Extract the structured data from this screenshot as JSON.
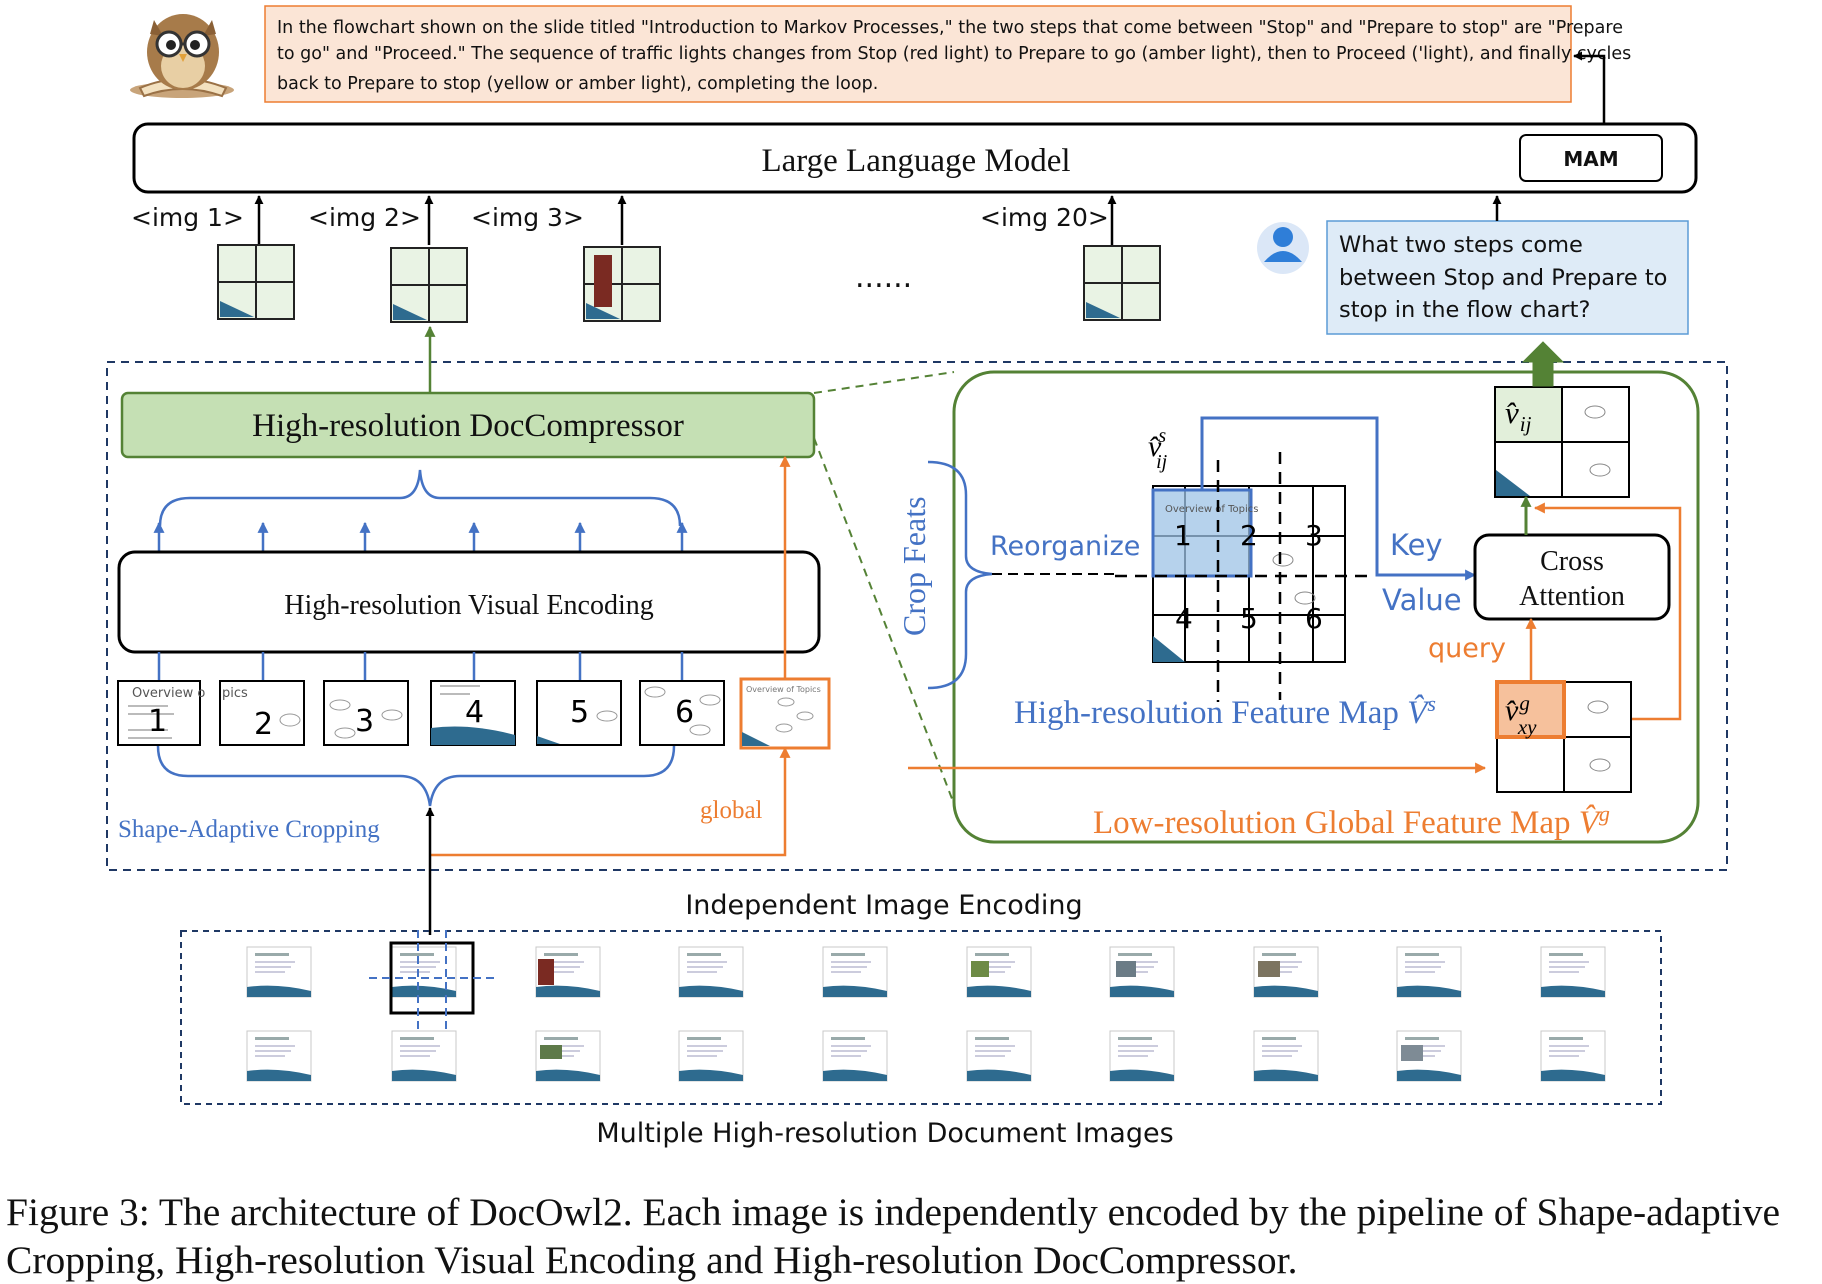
{
  "answer": {
    "line1": "In the flowchart shown on the slide titled \"Introduction to Markov Processes,\" the two steps that come between \"Stop\" and \"Prepare to stop\" are \"Prepare",
    "line2": "to go\" and \"Proceed.\" The sequence of traffic lights changes from Stop (red light) to Prepare to go (amber light), then to Proceed ('light), and finally cycles",
    "line3": "back to Prepare to stop (yellow or amber light), completing the loop."
  },
  "llm": {
    "label": "Large Language Model",
    "mam": "MAM"
  },
  "img_tokens": [
    "<img 1>",
    "<img 2>",
    "<img 3>",
    "<img 20>"
  ],
  "ellipsis": "......",
  "question": {
    "line1": "What two steps come",
    "line2": "between Stop and Prepare to",
    "line3": "stop in the flow chart?"
  },
  "compressor": "High-resolution DocCompressor",
  "encoder": "High-resolution Visual Encoding",
  "crops": [
    "1",
    "2",
    "3",
    "4",
    "5",
    "6"
  ],
  "crop_slide_titles": {
    "crop1": "Overview o",
    "crop2": "pics"
  },
  "global_slide_title": "Overview of Topics",
  "labels": {
    "shape_adaptive": "Shape-Adaptive Cropping",
    "global": "global",
    "crop_feats": "Crop Feats",
    "reorganize": "Reorganize",
    "key": "Key",
    "value": "Value",
    "query": "query",
    "cross_attention_1": "Cross",
    "cross_attention_2": "Attention",
    "hr_map": "High-resolution Feature Map ",
    "hr_map_sym": "V̂",
    "hr_map_sup": "s",
    "lr_map": "Low-resolution Global Feature Map ",
    "lr_map_sym": "V̂",
    "lr_map_sup": "g",
    "v_hat_s": "v̂",
    "v_hat_s_sup": "s",
    "v_hat_s_sub": "ij",
    "v_hat_ij": "v̂",
    "v_hat_ij_sub": "ij",
    "v_hat_g": "v̂",
    "v_hat_g_sup": "g",
    "v_hat_g_sub": "xy",
    "grid_slide_title": "Overview of Topics"
  },
  "hr_grid_numbers": [
    "1",
    "2",
    "3",
    "4",
    "5",
    "6"
  ],
  "independent": "Independent Image Encoding",
  "multiple": "Multiple High-resolution Document Images",
  "caption": {
    "line1": "Figure 3: The architecture of DocOwl2. Each image is independently encoded by the pipeline of Shape-adaptive",
    "line2": "Cropping, High-resolution Visual Encoding and High-resolution DocCompressor."
  },
  "colors": {
    "blue": "#4472c4",
    "green": "#548235",
    "green_fill": "#c5e0b4",
    "orange": "#ed7d31",
    "answer_fill": "#fbe5d6",
    "question_fill": "#deebf7",
    "navy_dash": "#1f3864"
  }
}
